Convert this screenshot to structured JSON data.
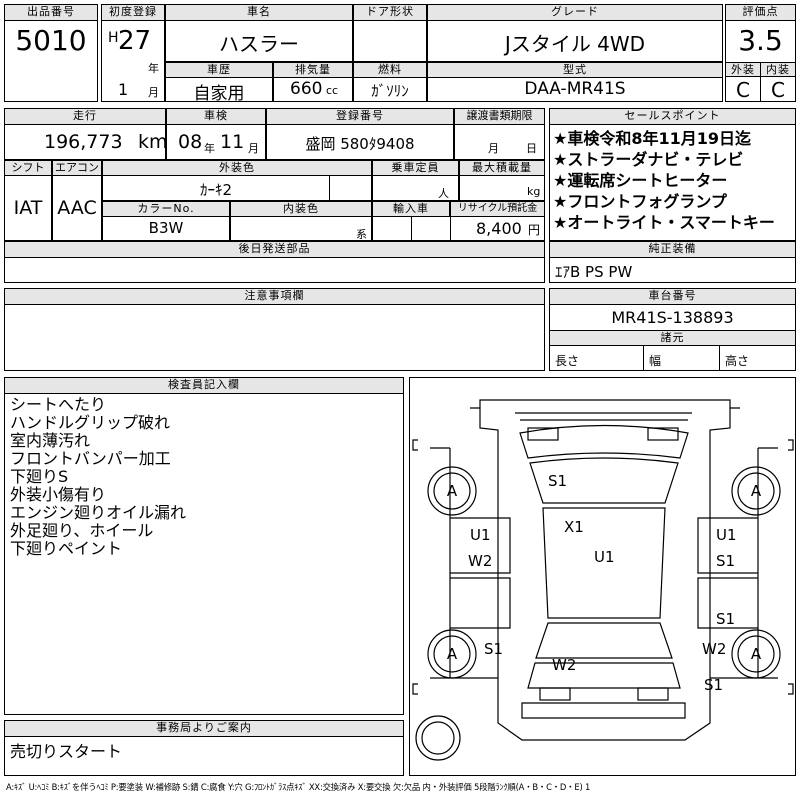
{
  "top": {
    "lot_label": "出品番号",
    "lot": "5010",
    "reg_label": "初度登録",
    "era": "H",
    "year": "27",
    "year_unit": "年",
    "month": "1",
    "month_unit": "月",
    "name_label": "車名",
    "name": "ハスラー",
    "door_label": "ドア形状",
    "grade_label": "グレード",
    "grade": "Jスタイル 4WD",
    "score_label": "評価点",
    "score": "3.5",
    "ext_label": "外装",
    "ext": "C",
    "int_label": "内装",
    "int": "C",
    "history_label": "車歴",
    "history": "自家用",
    "disp_label": "排気量",
    "disp": "660",
    "disp_unit": "cc",
    "fuel_label": "燃料",
    "fuel": "ｶﾞｿﾘﾝ",
    "model_label": "型式",
    "model": "DAA-MR41S"
  },
  "second": {
    "mileage_label": "走行",
    "mileage": "196,773",
    "mileage_unit": "km",
    "inspect_label": "車検",
    "inspect_year": "08",
    "inspect_y_unit": "年",
    "inspect_month": "11",
    "inspect_m_unit": "月",
    "plate_label": "登録番号",
    "plate": "盛岡 580ﾀ9408",
    "transfer_label": "譲渡書類期限",
    "transfer_m": "月",
    "transfer_d": "日",
    "shift_label": "シフト",
    "shift": "IAT",
    "ac_label": "エアコン",
    "ac": "AAC",
    "color_label": "外装色",
    "color": "ｶｰｷ2",
    "capacity_label": "乗車定員",
    "capacity_unit": "人",
    "load_label": "最大積載量",
    "load_unit": "kg",
    "colorno_label": "カラーNo.",
    "colorno": "B3W",
    "intcolor_label": "内装色",
    "intcolor_unit": "系",
    "import_label": "輸入車",
    "recycle_label": "リサイクル預託金",
    "recycle": "8,400",
    "recycle_unit": "円",
    "later_label": "後日発送部品"
  },
  "sales": {
    "label": "セールスポイント",
    "items": [
      "★車検令和8年11月19日迄",
      "★ストラーダナビ・テレビ",
      "★運転席シートヒーター",
      "★フロントフォグランプ",
      "★オートライト・スマートキー"
    ]
  },
  "equipment": {
    "label": "純正装備",
    "value": "ｴｱB PS PW"
  },
  "notes_label": "注意事項欄",
  "chassis": {
    "label": "車台番号",
    "value": "MR41S-138893"
  },
  "dims": {
    "label": "諸元",
    "length": "長さ",
    "width": "幅",
    "height": "高さ"
  },
  "inspector": {
    "label": "検査員記入欄",
    "items": [
      "シートへたり",
      "ハンドルグリップ破れ",
      "室内薄汚れ",
      "フロントバンパー加工",
      "下廻りS",
      "外装小傷有り",
      "エンジン廻りオイル漏れ",
      "外足廻り、ホイール",
      "下廻りペイント"
    ]
  },
  "office": {
    "label": "事務局よりご案内",
    "value": "売切りスタート"
  },
  "diagram": {
    "marks": [
      "S1",
      "X1",
      "U1",
      "U1",
      "W2",
      "U1",
      "S1",
      "S1",
      "S1",
      "W2",
      "W2",
      "S1",
      "A",
      "A",
      "A",
      "A"
    ]
  },
  "legend": "A:ｷｽﾞ U:ﾍｺﾐ B:ｷｽﾞを伴うﾍｺﾐ P:要塗装 W:補修跡 S:錆 C:腐食 Y:穴 G:ﾌﾛﾝﾄｶﾞﾗｽ点ｷｽﾞ XX:交換済み X:要交換 欠:欠品 内・外装評価 5段階ﾗﾝｸ順(A・B・C・D・E) 1"
}
